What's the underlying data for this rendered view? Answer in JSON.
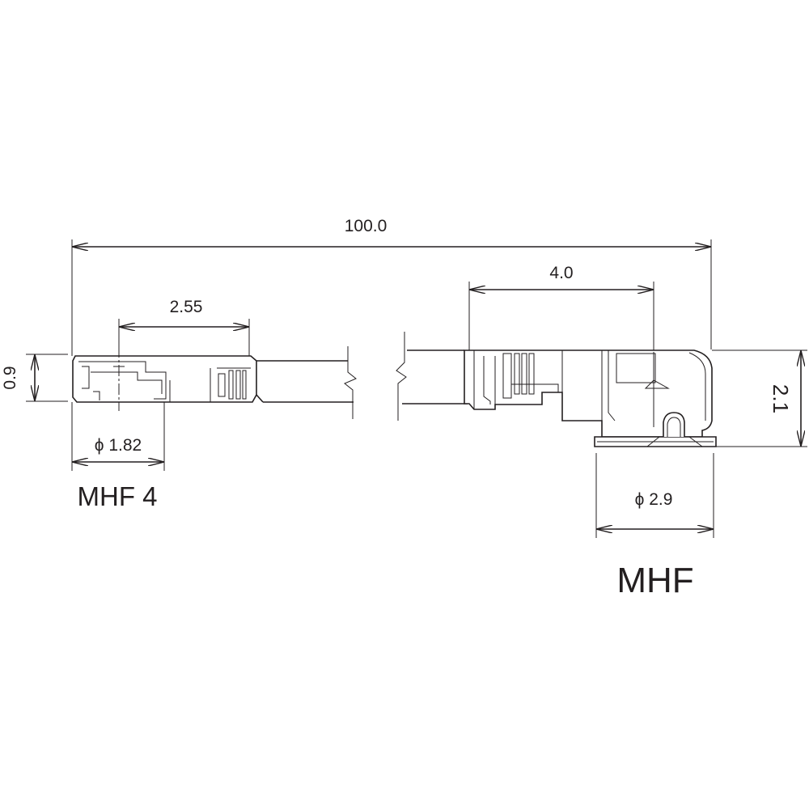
{
  "dimensions": {
    "overall_length": "100.0",
    "mhf4_body_length": "2.55",
    "mhf4_height": "0.9",
    "mhf4_diameter": "ϕ 1.82",
    "mhf_body_length": "4.0",
    "mhf_height": "2.1",
    "mhf_diameter": "ϕ 2.9"
  },
  "labels": {
    "left_connector": "MHF 4",
    "right_connector": "MHF"
  },
  "colors": {
    "line": "#231f20",
    "background": "#ffffff"
  }
}
